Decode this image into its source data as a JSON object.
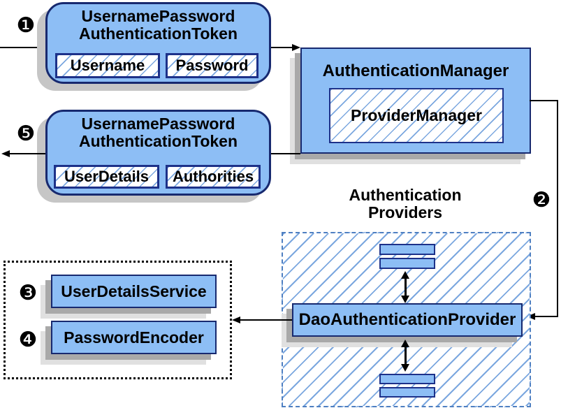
{
  "colors": {
    "node_fill": "#8DBEF5",
    "node_border": "#17296F",
    "inner_border": "#1D3189",
    "hatch_line": "#7BA7DF",
    "dashed_border": "#4E7FC1",
    "shadow_dark": "#A9A9A9",
    "shadow_light": "#E0E0E0",
    "shadow_round": "#C6C6C6",
    "connector": "#000000"
  },
  "steps": {
    "one": "❶",
    "two": "❷",
    "three": "❸",
    "four": "❹",
    "five": "❺"
  },
  "request_token": {
    "title_line1": "UsernamePassword",
    "title_line2": "AuthenticationToken",
    "fields": [
      "Username",
      "Password"
    ]
  },
  "auth_manager": {
    "title": "AuthenticationManager",
    "implementation": "ProviderManager"
  },
  "result_token": {
    "title_line1": "UsernamePassword",
    "title_line2": "AuthenticationToken",
    "fields": [
      "UserDetails",
      "Authorities"
    ]
  },
  "providers_group": {
    "title_line1": "Authentication",
    "title_line2": "Providers",
    "main_provider": "DaoAuthenticationProvider"
  },
  "collaborators": {
    "items": [
      "UserDetailsService",
      "PasswordEncoder"
    ]
  }
}
